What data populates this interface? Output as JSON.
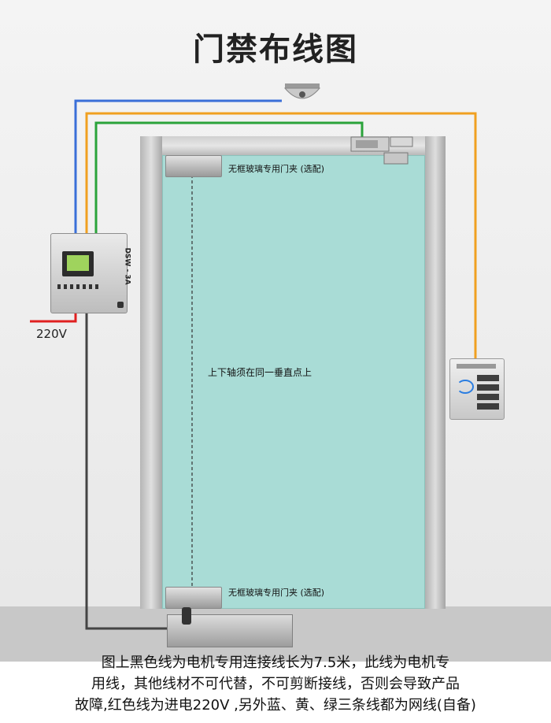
{
  "title": "门禁布线图",
  "labels": {
    "clamp_top": "无框玻璃专用门夹 (选配)",
    "clamp_bottom": "无框玻璃专用门夹 (选配)",
    "axis_note": "上下轴须在同一垂直点上",
    "controller_model": "DSW - 3A",
    "power_label": "220V"
  },
  "caption": {
    "line1": "图上黑色线为电机专用连接线长为7.5米，此线为电机专",
    "line2": "用线，其他线材不可代替，不可剪断接线，否则会导致产品",
    "line3": "故障,红色线为进电220V ,另外蓝、黄、绿三条线都为网线(自备)"
  },
  "colors": {
    "wire_blue": "#3a6fd8",
    "wire_yellow": "#f0a020",
    "wire_green": "#2aa33a",
    "wire_black": "#444444",
    "wire_red": "#e02020",
    "glass": "#a9dcd6"
  },
  "icons": {
    "exit_sensor": "dome-sensor-icon",
    "magnetic_lock": "electric-lock-icon",
    "keypad": "keypad-icon",
    "floor_motor": "floor-spring-motor-icon"
  }
}
